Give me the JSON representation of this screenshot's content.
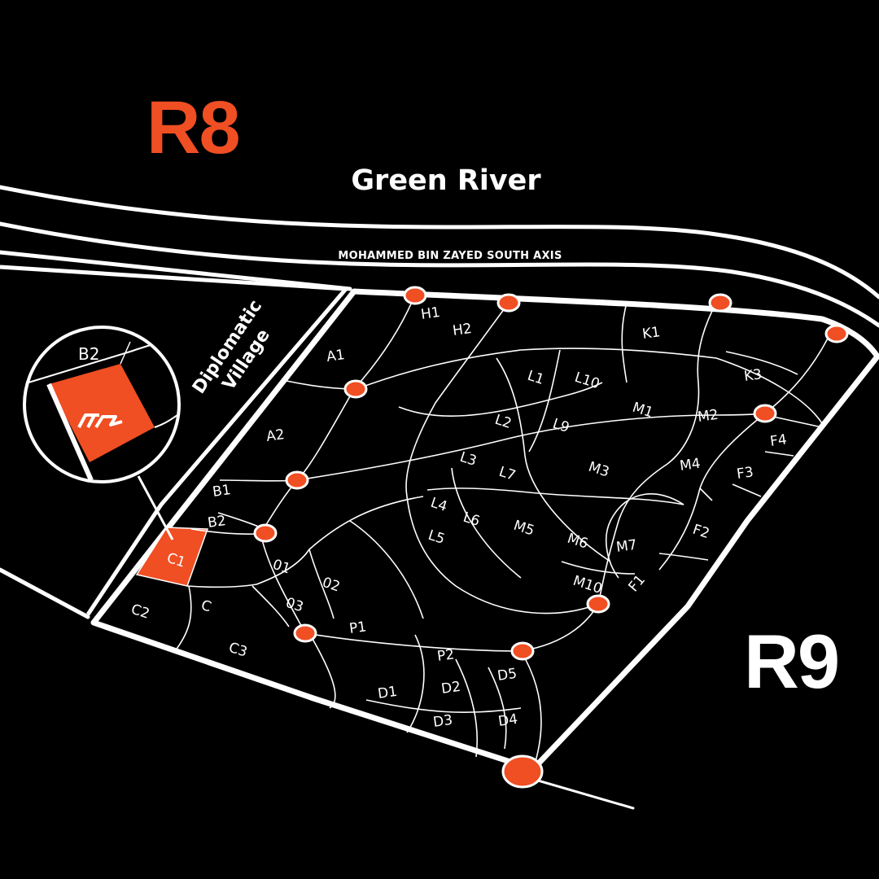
{
  "map": {
    "colors": {
      "background": "#000000",
      "lines": "#ffffff",
      "accent": "#f04e23"
    },
    "districts": {
      "north": "R8",
      "south": "R9"
    },
    "area_label": "Green River",
    "road_label": "MOHAMMED BIN ZAYED SOUTH AXIS",
    "diplomatic_village": {
      "line1": "Diplomatic",
      "line2": "Village"
    },
    "highlighted_plot": "C1",
    "inset": {
      "label": "B2",
      "logo_icon": "developer-logo-icon"
    },
    "plots": [
      "H1",
      "H2",
      "K1",
      "K3",
      "A1",
      "L1",
      "L10",
      "M1",
      "M2",
      "F4",
      "A2",
      "L2",
      "L9",
      "L3",
      "L7",
      "M3",
      "M4",
      "F3",
      "B1",
      "L4",
      "L6",
      "M5",
      "M6",
      "M7",
      "F2",
      "B2",
      "L5",
      "C1",
      "01",
      "02",
      "M10",
      "F1",
      "C2",
      "C",
      "03",
      "P1",
      "C3",
      "P2",
      "D5",
      "D1",
      "D2",
      "D3",
      "D4"
    ]
  }
}
